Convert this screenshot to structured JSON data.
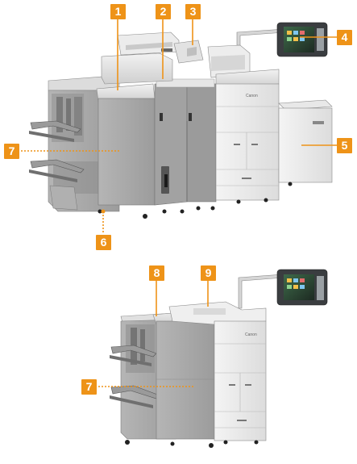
{
  "callouts": {
    "b1": "1",
    "b2": "2",
    "b3": "3",
    "b4": "4",
    "b5": "5",
    "b6": "6",
    "b7_top": "7",
    "b8": "8",
    "b9": "9",
    "b7_bottom": "7"
  },
  "brand_marks": {
    "top_printer": "Canon",
    "bottom_printer": "Canon"
  },
  "colors": {
    "accent": "#ee9318",
    "body_gray": "#a7a7a7",
    "body_light": "#e9e9e9",
    "panel_dark": "#2f3337"
  }
}
